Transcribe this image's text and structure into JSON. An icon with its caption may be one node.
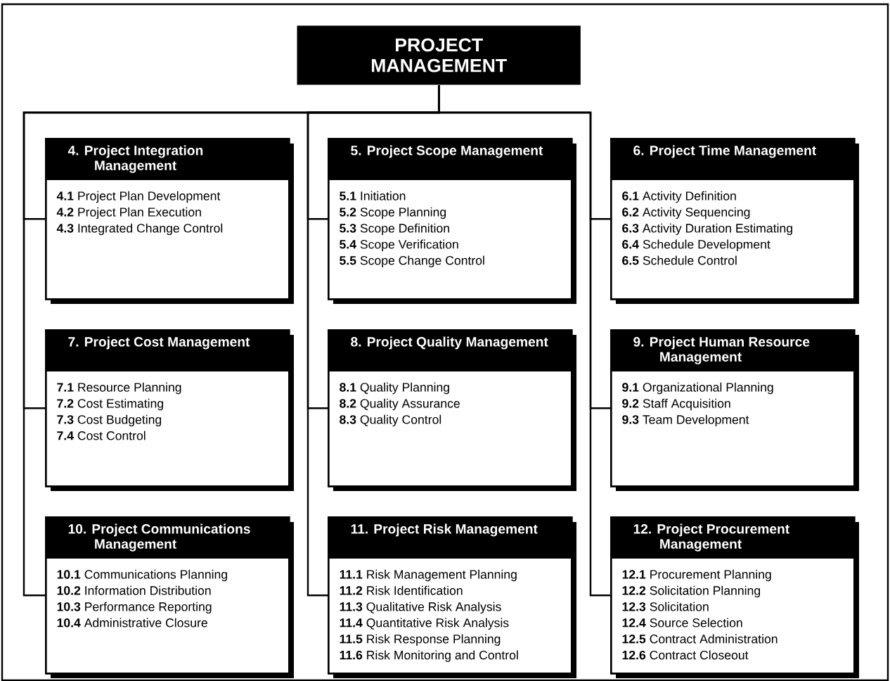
{
  "diagram": {
    "nodes": [
      {
        "text": [
          "PROJECT MANAGEMENT"
        ]
      },
      {
        "text": [
          "4. Project Integration Management",
          "**4.1** Project Plan Development",
          "**4.2** Project Plan Execution",
          "**4.3** Integrated Change Control"
        ]
      },
      {
        "text": [
          "5. Project Scope Management",
          "**5.1** Initiation",
          "**5.2** Scope Planning",
          "**5.3** Scope Definition",
          "**5.4** Scope Verification",
          "**5.5** Scope Change Control"
        ]
      },
      {
        "text": [
          "6. Project Time Management",
          "**6.1** Activity Definition",
          "**6.2** Activity Sequencing",
          "**6.3** Activity Duration Estimating",
          "**6.4** Schedule Development",
          "**6.5** Schedule Control"
        ]
      },
      {
        "text": [
          "7. Project Cost Management",
          "**7.1** Resource Planning",
          "**7.2** Cost Estimating",
          "**7.3** Cost Budgeting",
          "**7.4** Cost Control"
        ]
      },
      {
        "text": [
          "8. Project Quality Management",
          "**8.1** Quality Planning",
          "**8.2** Quality Assurance",
          "**8.3** Quality Control"
        ]
      },
      {
        "text": [
          "9. Project Human Resource Management",
          "**9.1** Organizational Planning",
          "**9.2** Staff Acquisition",
          "**9.3** Team Development"
        ]
      },
      {
        "text": [
          "10. Project Communications Management",
          "**10.1** Communications Planning",
          "**10.2** Information Distribution",
          "**10.3** Performance Reporting",
          "**10.4** Administrative Closure"
        ]
      },
      {
        "text": [
          "11. Project Risk Management",
          "**11.1** Risk Management Planning",
          "**11.2** Risk Identification",
          "**11.3** Qualitative Risk Analysis",
          "**11.4** Quantitative Risk Analysis",
          "**11.5** Risk Response Planning",
          "**11.6** Risk Monitoring and Control"
        ]
      },
      {
        "text": [
          "12. Project Procurement Management",
          "**12.1** Procurement Planning",
          "**12.2** Solicitation Planning",
          "**12.3** Solicitation",
          "**12.4** Source Selection",
          "**12.5** Contract Administration",
          "**12.6** Contract Closeout"
        ]
      }
    ],
    "edges": [
      {
        "from": 0,
        "to": 1,
        "arrow": "none"
      },
      {
        "from": 0,
        "to": 4,
        "arrow": "none"
      },
      {
        "from": 0,
        "to": 7,
        "arrow": "none"
      },
      {
        "from": 0,
        "to": 2,
        "arrow": "none"
      },
      {
        "from": 0,
        "to": 5,
        "arrow": "none"
      },
      {
        "from": 0,
        "to": 8,
        "arrow": "none"
      },
      {
        "from": 0,
        "to": 3,
        "arrow": "none"
      },
      {
        "from": 0,
        "to": 6,
        "arrow": "none"
      },
      {
        "from": 0,
        "to": 9,
        "arrow": "none"
      }
    ]
  }
}
